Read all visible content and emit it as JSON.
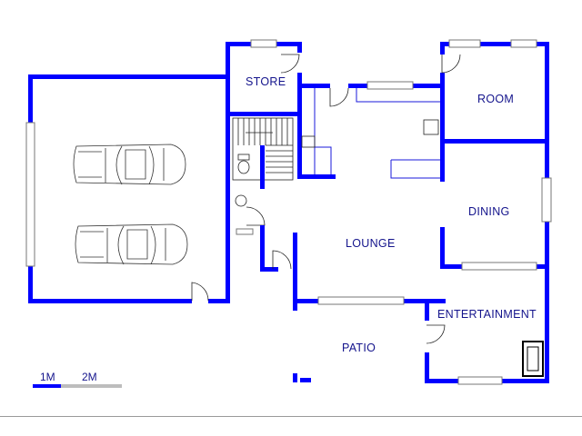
{
  "rooms": {
    "store": "STORE",
    "room": "ROOM",
    "dining": "DINING",
    "lounge": "LOUNGE",
    "entertainment": "ENTERTAINMENT",
    "patio": "PATIO"
  },
  "scale": {
    "label_1": "1M",
    "label_2": "2M"
  },
  "colors": {
    "wall": "#0000ff",
    "label": "#14148c",
    "scale_dark": "#0000ff",
    "scale_light": "#bdbdbd"
  }
}
